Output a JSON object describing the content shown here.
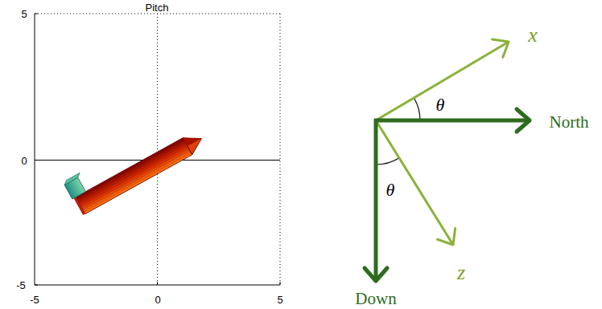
{
  "diagram": {
    "title": "Pitch",
    "labels": [
      "5",
      "0",
      "-5",
      "-5",
      "0",
      "5",
      "x",
      "θ",
      "North",
      "θ",
      "Down",
      "z"
    ]
  }
}
